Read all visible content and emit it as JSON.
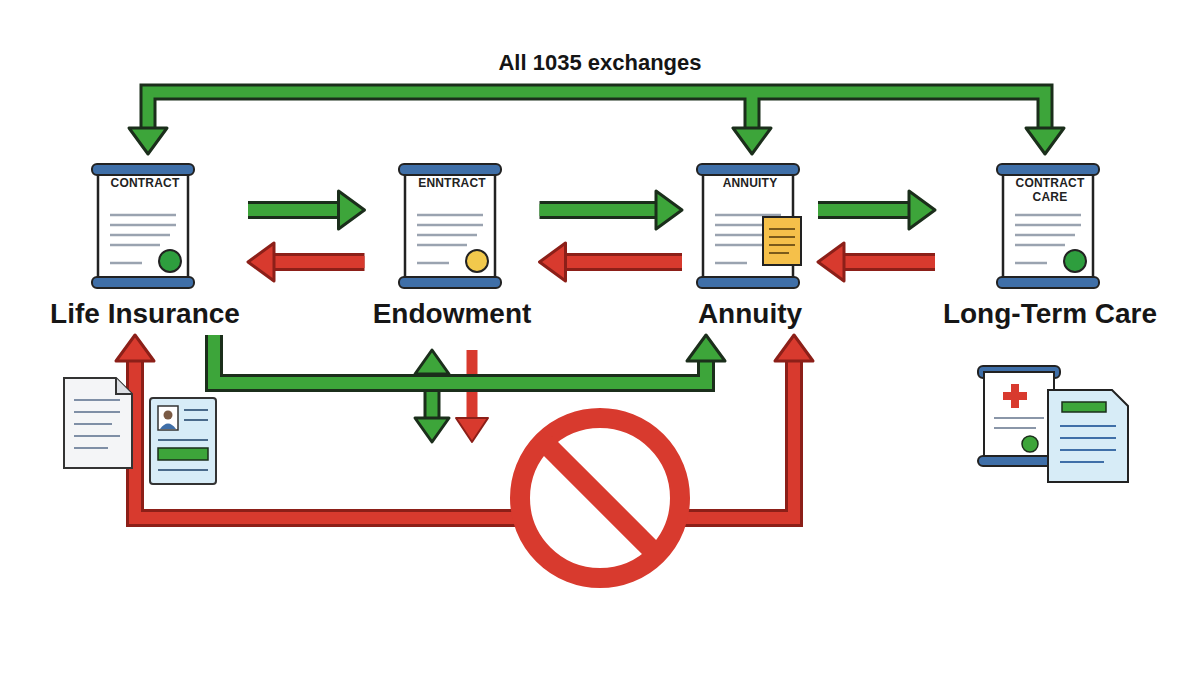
{
  "diagram": {
    "title": "All 1035 exchanges",
    "nodes": [
      {
        "text": [
          "CONTRACT",
          "Life Insurance"
        ]
      },
      {
        "text": [
          "ENNTRACT",
          "Endowment"
        ]
      },
      {
        "text": [
          "ANNUITY",
          "Annuity"
        ]
      },
      {
        "text": [
          "CONTRACT CARE",
          "Long-Term Care"
        ]
      }
    ],
    "edges": [
      {
        "from": 0,
        "to": 1,
        "arrow": "to"
      },
      {
        "from": 1,
        "to": 0,
        "arrow": "to"
      },
      {
        "from": 1,
        "to": 2,
        "arrow": "to"
      },
      {
        "from": 2,
        "to": 1,
        "arrow": "to"
      },
      {
        "from": 2,
        "to": 3,
        "arrow": "to"
      },
      {
        "from": 3,
        "to": 2,
        "arrow": "to"
      },
      {
        "from": 0,
        "to": 2,
        "arrow": "to"
      },
      {
        "from": 2,
        "to": 0,
        "arrow": "both"
      }
    ]
  }
}
